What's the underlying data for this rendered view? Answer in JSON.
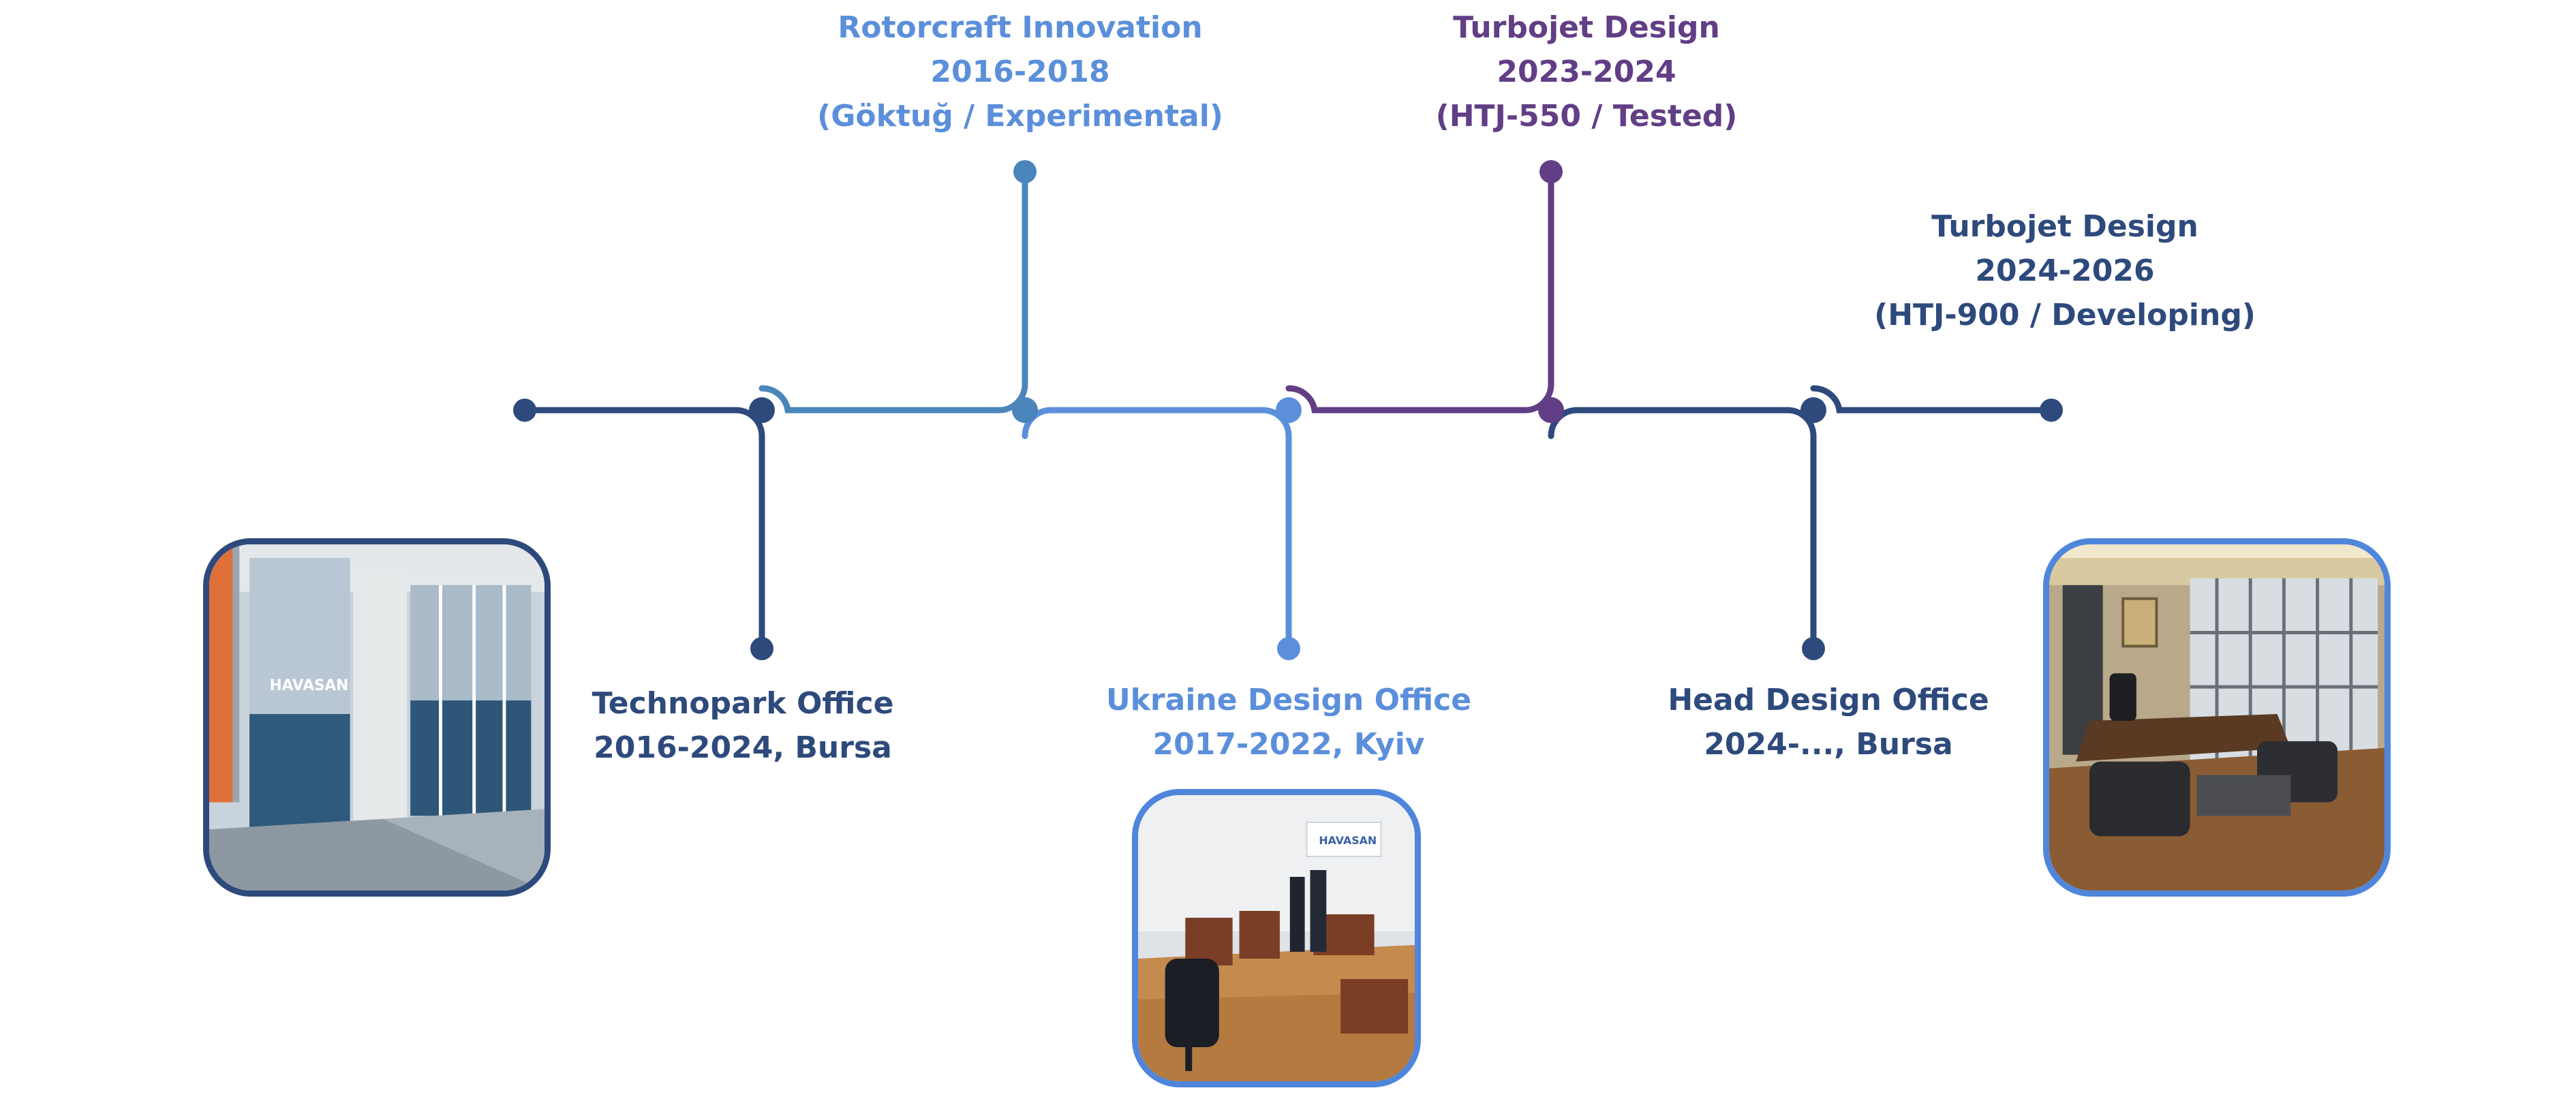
{
  "colors": {
    "navy": "#2e4a7c",
    "steel": "#4a86bb",
    "sky": "#5b8fdb",
    "purple": "#623e86",
    "photo_border_navy": "#2e4a7c",
    "photo_border_blue": "#4f86dc"
  },
  "milestones": {
    "rotorcraft": {
      "title": "Rotorcraft Innovation",
      "years": "2016-2018",
      "detail": "(Göktuğ / Experimental)"
    },
    "turbojet_550": {
      "title": "Turbojet Design",
      "years": "2023-2024",
      "detail": "(HTJ-550 / Tested)"
    },
    "turbojet_900": {
      "title": "Turbojet Design",
      "years": "2024-2026",
      "detail": "(HTJ-900 / Developing)"
    },
    "technopark": {
      "title": "Technopark Office",
      "years": "2016-2024, Bursa"
    },
    "ukraine": {
      "title": "Ukraine Design Office",
      "years": "2017-2022, Kyiv"
    },
    "head_office": {
      "title": "Head Design Office",
      "years": "2024-..., Bursa"
    }
  },
  "photos": {
    "technopark": {
      "description_icon": "office-hallway-photo",
      "logo_text": "HAVASAN"
    },
    "ukraine": {
      "description_icon": "office-room-photo",
      "logo_text": "HAVASAN"
    },
    "head_office": {
      "description_icon": "executive-office-photo"
    }
  }
}
